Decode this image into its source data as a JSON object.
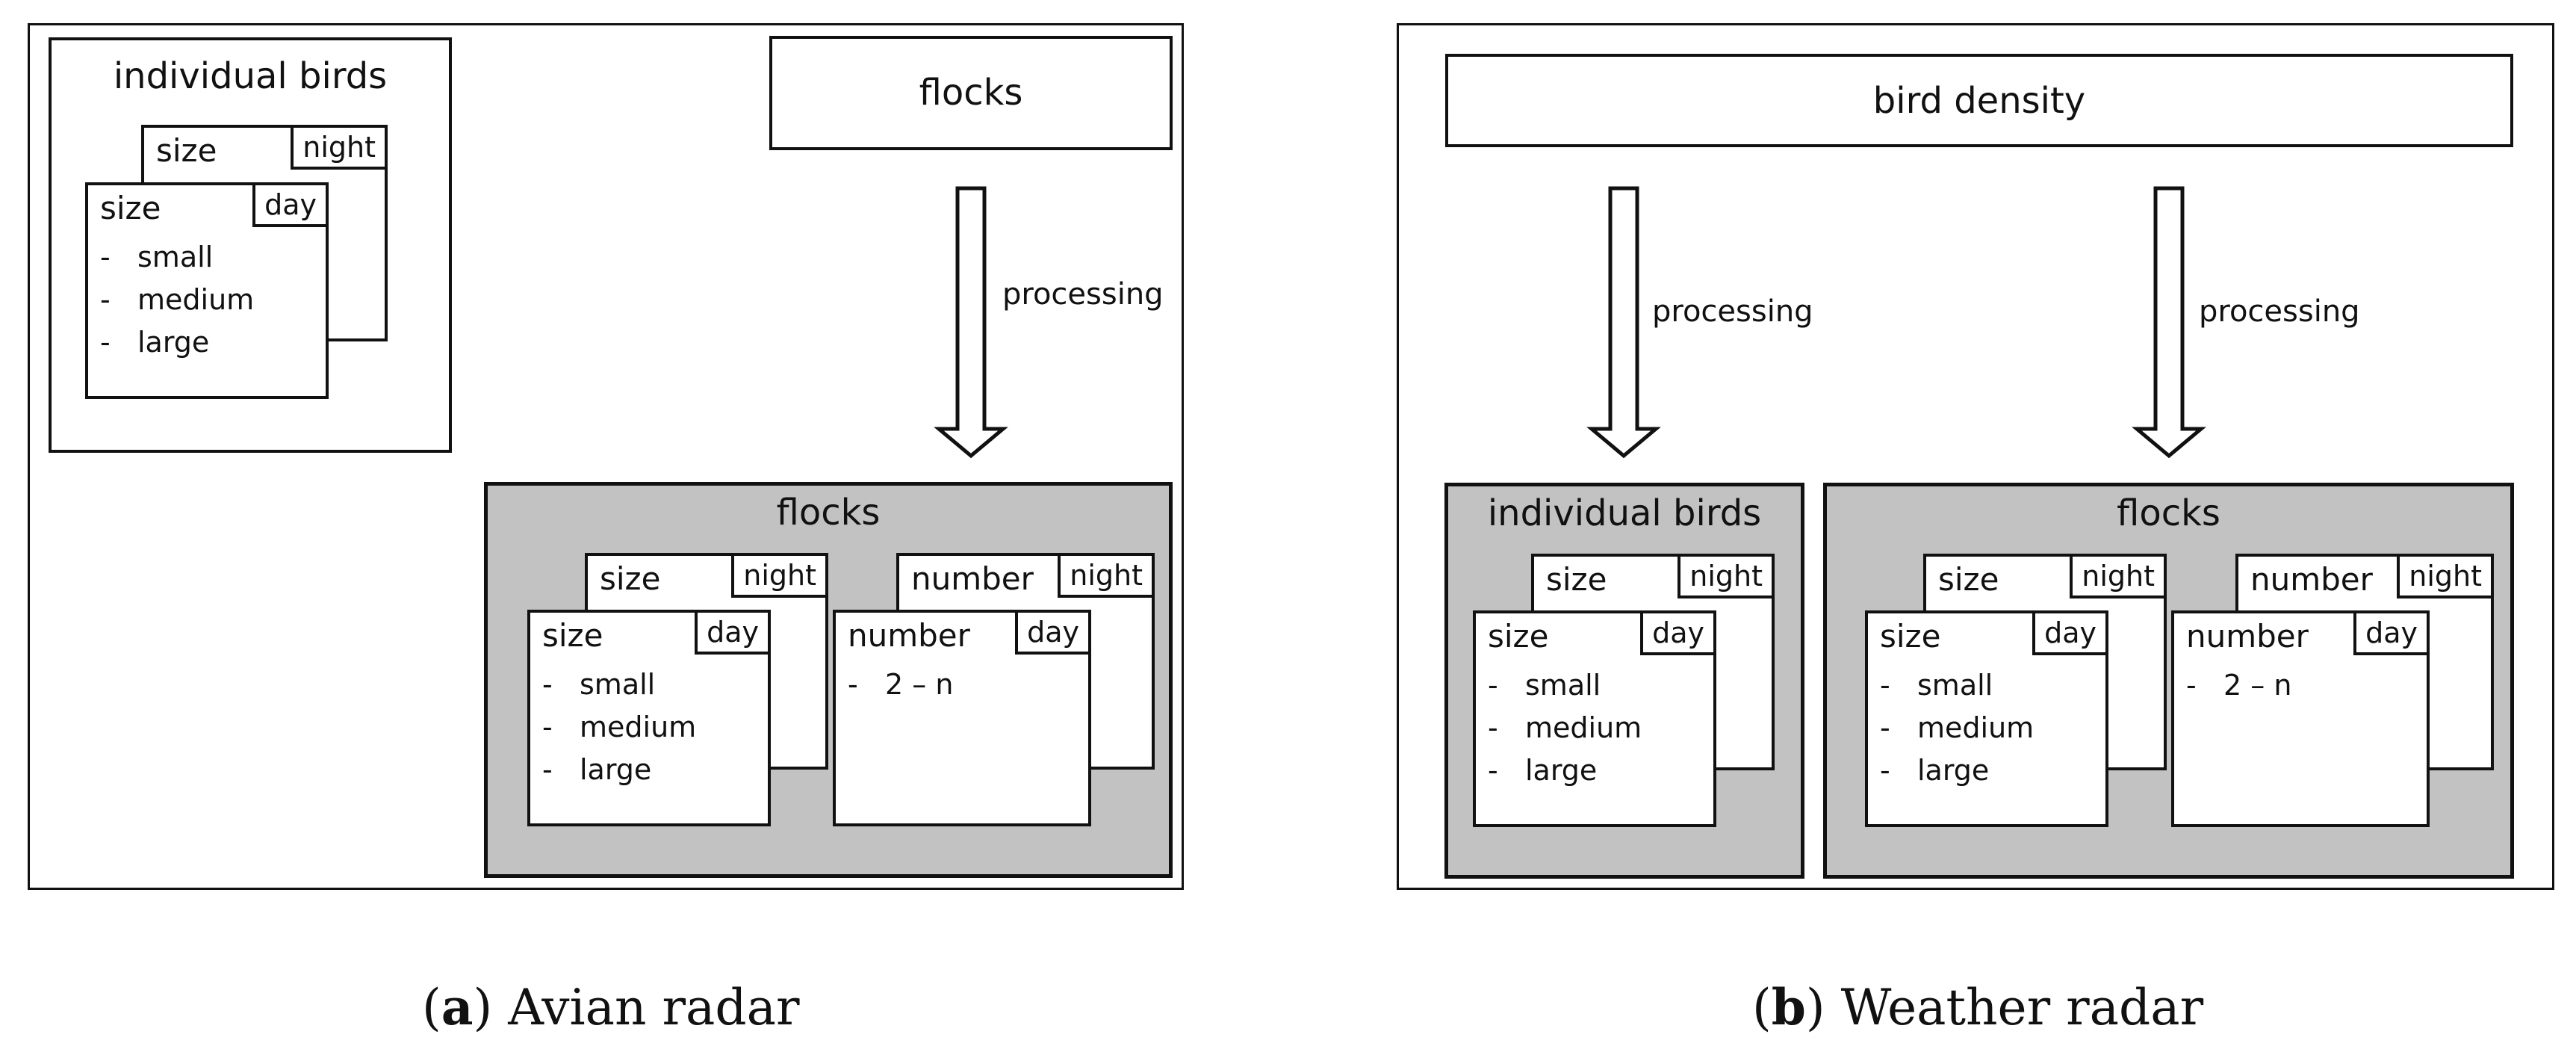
{
  "panel_a": {
    "individual_birds": {
      "title": "individual birds",
      "back_card": {
        "title": "size",
        "tag": "night"
      },
      "front_card": {
        "title": "size",
        "tag": "day",
        "items": [
          "small",
          "medium",
          "large"
        ]
      }
    },
    "flocks_source": {
      "title": "flocks"
    },
    "arrow_label": "processing",
    "flocks_result": {
      "title": "flocks",
      "size_back": {
        "title": "size",
        "tag": "night"
      },
      "size_front": {
        "title": "size",
        "tag": "day",
        "items": [
          "small",
          "medium",
          "large"
        ]
      },
      "number_back": {
        "title": "number",
        "tag": "night"
      },
      "number_front": {
        "title": "number",
        "tag": "day",
        "items": [
          "2 – n"
        ]
      }
    },
    "caption_letter": "a",
    "caption_text": "Avian radar"
  },
  "panel_b": {
    "bird_density": {
      "title": "bird density"
    },
    "arrow_label_left": "processing",
    "arrow_label_right": "processing",
    "individual_birds": {
      "title": "individual birds",
      "back_card": {
        "title": "size",
        "tag": "night"
      },
      "front_card": {
        "title": "size",
        "tag": "day",
        "items": [
          "small",
          "medium",
          "large"
        ]
      }
    },
    "flocks": {
      "title": "flocks",
      "size_back": {
        "title": "size",
        "tag": "night"
      },
      "size_front": {
        "title": "size",
        "tag": "day",
        "items": [
          "small",
          "medium",
          "large"
        ]
      },
      "number_back": {
        "title": "number",
        "tag": "night"
      },
      "number_front": {
        "title": "number",
        "tag": "day",
        "items": [
          "2 – n"
        ]
      }
    },
    "caption_letter": "b",
    "caption_text": "Weather radar"
  },
  "list_dash": "-"
}
